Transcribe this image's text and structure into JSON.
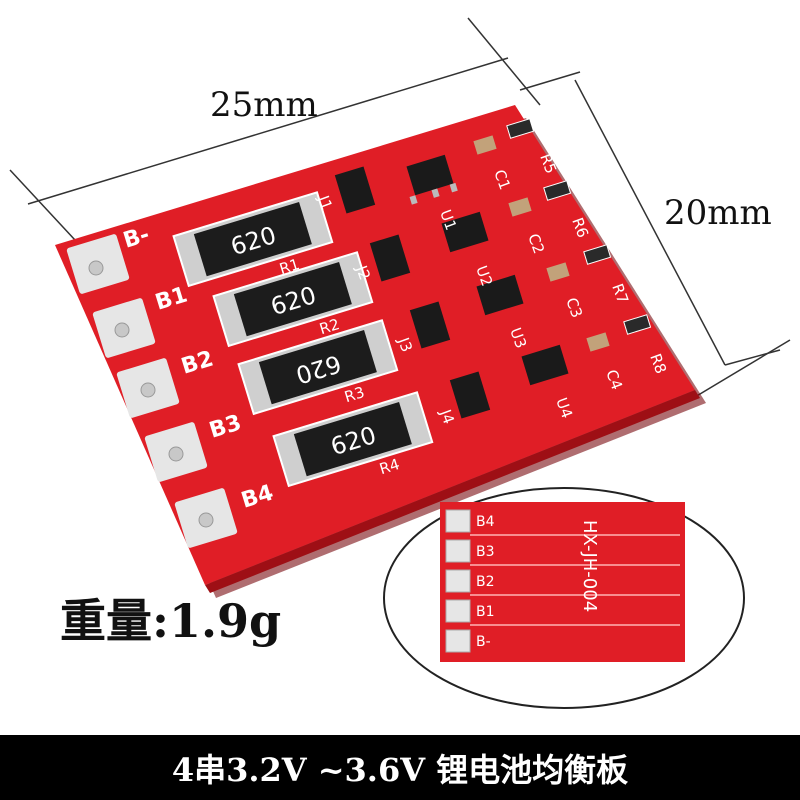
{
  "dimensions": {
    "width_label": "25mm",
    "height_label": "20mm"
  },
  "board": {
    "pads": [
      "B-",
      "B1",
      "B2",
      "B3",
      "B4"
    ],
    "resistors": [
      {
        "code": "620",
        "ref": "R1"
      },
      {
        "code": "620",
        "ref": "R2"
      },
      {
        "code": "620",
        "ref": "R3"
      },
      {
        "code": "620",
        "ref": "R4"
      }
    ],
    "ic_labels": [
      "U1",
      "U2",
      "U3",
      "U4"
    ],
    "jumper_labels": [
      "J1",
      "J2",
      "J3",
      "J4"
    ],
    "cap_labels": [
      "C1",
      "C2",
      "C3",
      "C4"
    ],
    "r_labels": [
      "R5",
      "R6",
      "R7",
      "R8"
    ]
  },
  "weight_label": "重量:1.9g",
  "inset": {
    "pads": [
      "B4",
      "B3",
      "B2",
      "B1",
      "B-"
    ],
    "model": "HX-JH-004"
  },
  "caption": "4串3.2V ~3.6V 锂电池均衡板",
  "colors": {
    "pcb": "#e01e26",
    "pcb_dark": "#b5121a",
    "pad": "#e6e6e6",
    "caption_bg": "#000000"
  }
}
